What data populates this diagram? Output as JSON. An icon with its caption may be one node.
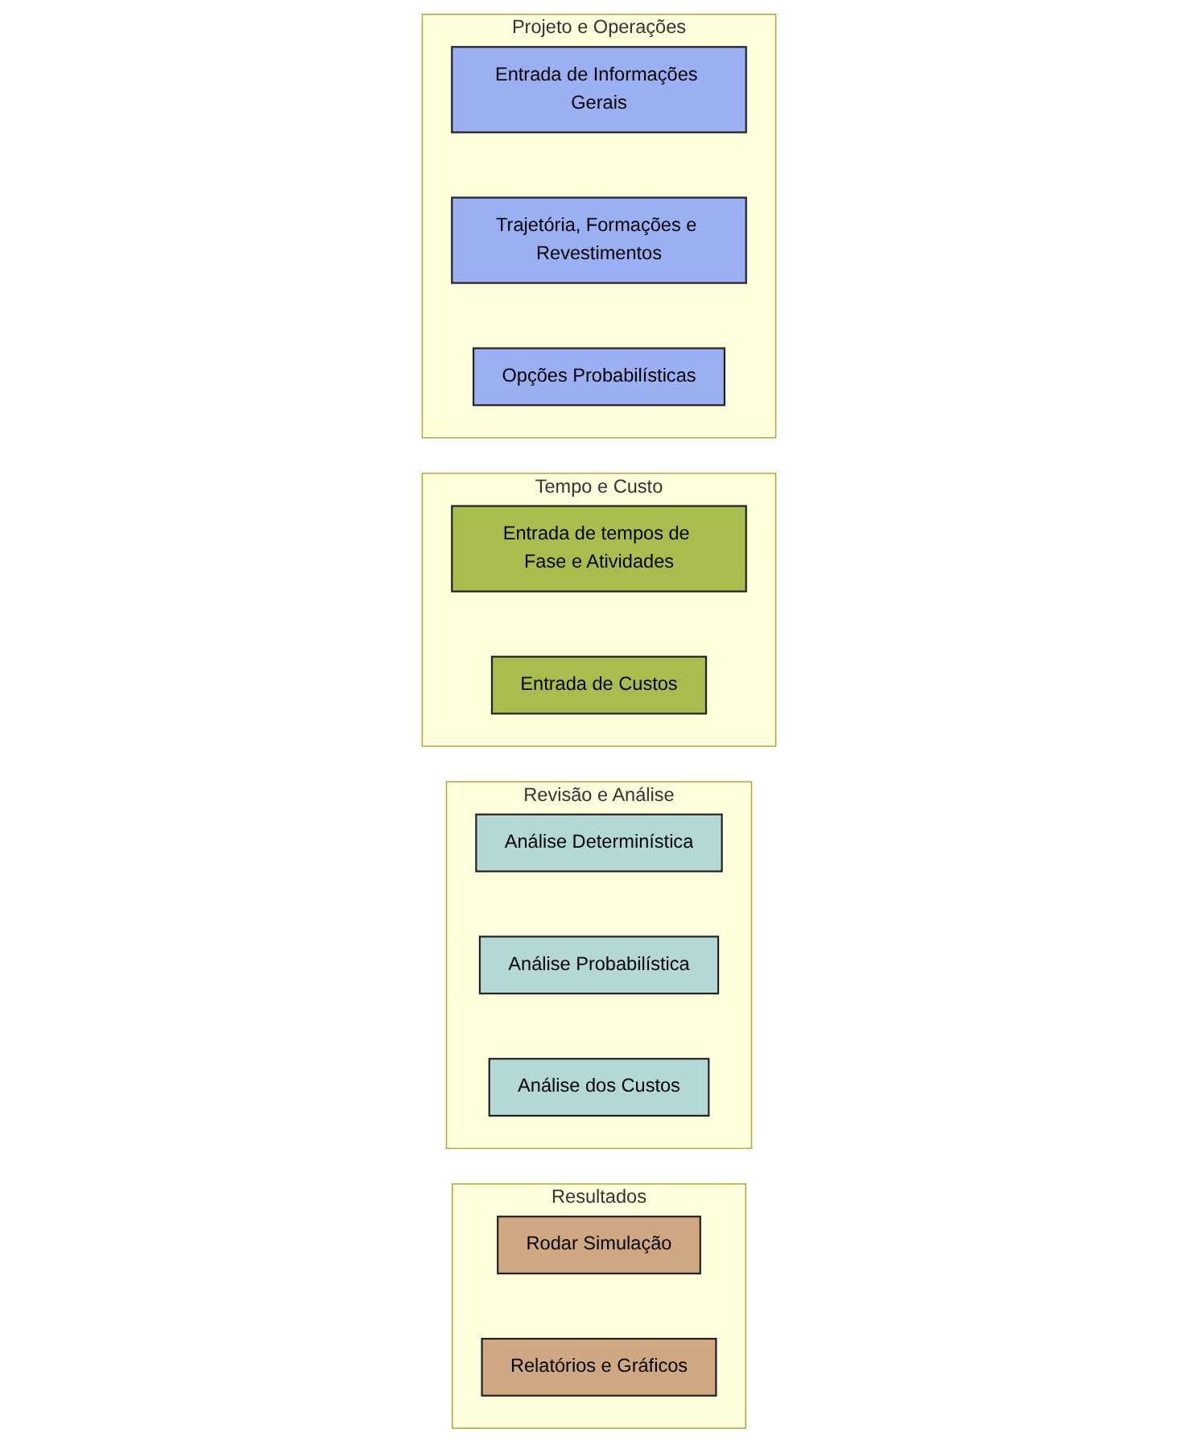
{
  "diagram": {
    "nodes": [
      {
        "text": [
          "Projeto e Operações"
        ]
      },
      {
        "text": [
          "Entrada de Informações Gerais"
        ],
        "in": 0
      },
      {
        "text": [
          "Trajetória, Formações e Revestimentos"
        ],
        "in": 0
      },
      {
        "text": [
          "Opções Probabilísticas"
        ],
        "in": 0
      },
      {
        "text": [
          "Tempo e Custo"
        ]
      },
      {
        "text": [
          "Entrada de tempos de Fase e Atividades"
        ],
        "in": 4
      },
      {
        "text": [
          "Entrada de Custos"
        ],
        "in": 4
      },
      {
        "text": [
          "Revisão e Análise"
        ]
      },
      {
        "text": [
          "Análise Determinística"
        ],
        "in": 7
      },
      {
        "text": [
          "Análise Probabilística"
        ],
        "in": 7
      },
      {
        "text": [
          "Análise dos Custos"
        ],
        "in": 7
      },
      {
        "text": [
          "Resultados"
        ]
      },
      {
        "text": [
          "Rodar Simulação"
        ],
        "in": 11
      },
      {
        "text": [
          "Relatórios e Gráficos"
        ],
        "in": 11
      }
    ]
  }
}
